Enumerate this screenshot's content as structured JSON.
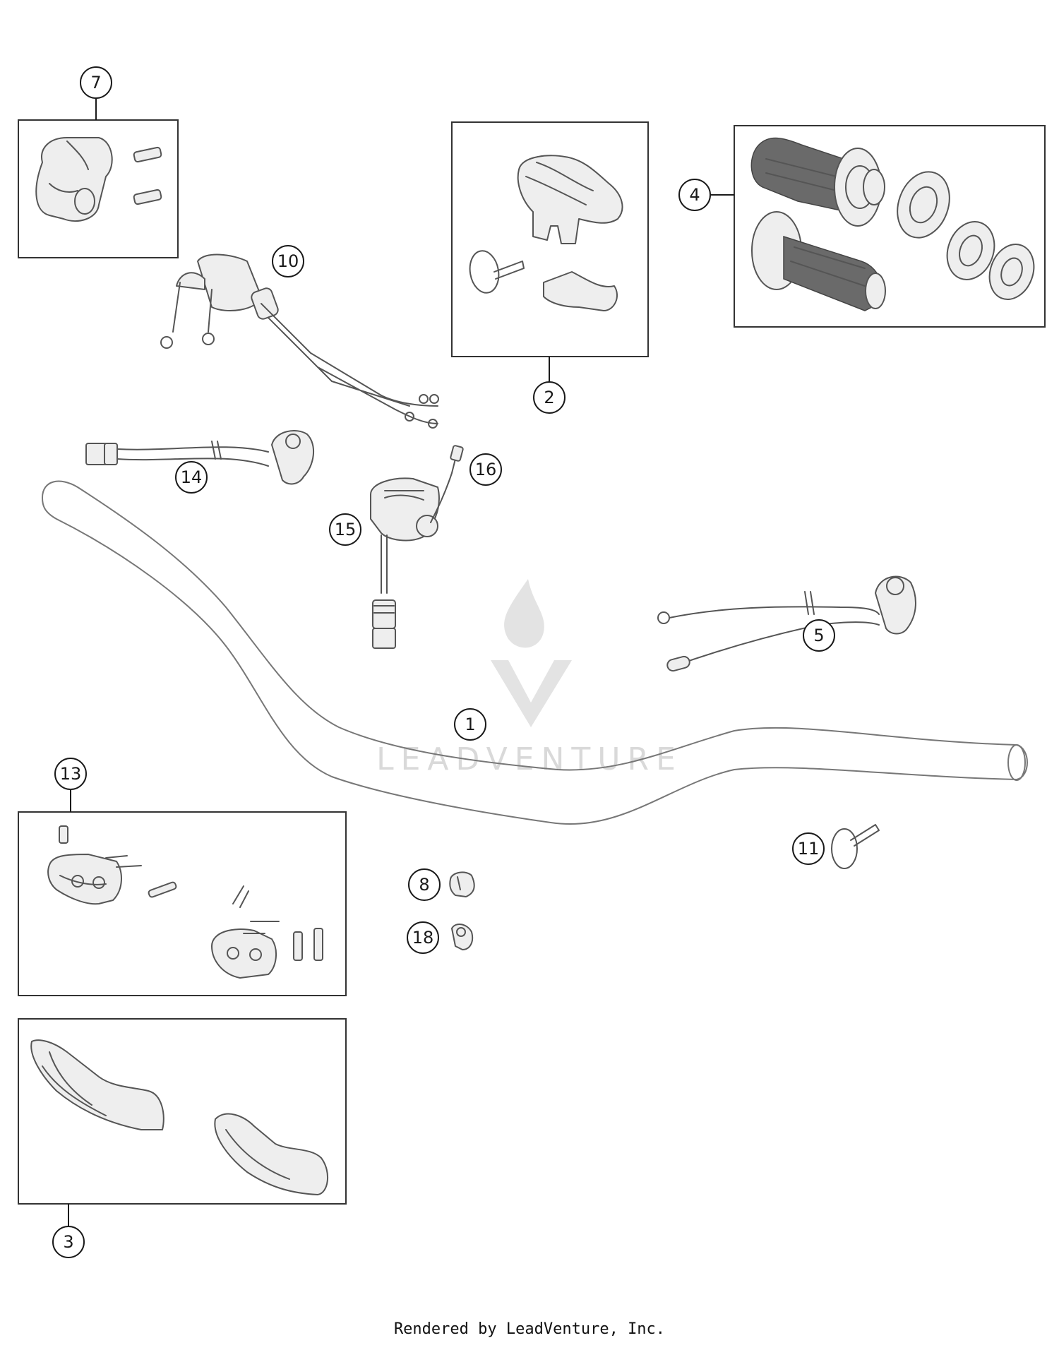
{
  "callouts": {
    "c1": "1",
    "c2": "2",
    "c3": "3",
    "c4": "4",
    "c5": "5",
    "c7": "7",
    "c8": "8",
    "c10": "10",
    "c11": "11",
    "c13": "13",
    "c14": "14",
    "c15": "15",
    "c16": "16",
    "c18": "18"
  },
  "watermark": {
    "text": "LEADVENTURE"
  },
  "footer": {
    "text": "Rendered by LeadVenture, Inc."
  },
  "colors": {
    "line": "#555555",
    "text": "#1a1a1a",
    "watermark": "#d9d9d9"
  }
}
